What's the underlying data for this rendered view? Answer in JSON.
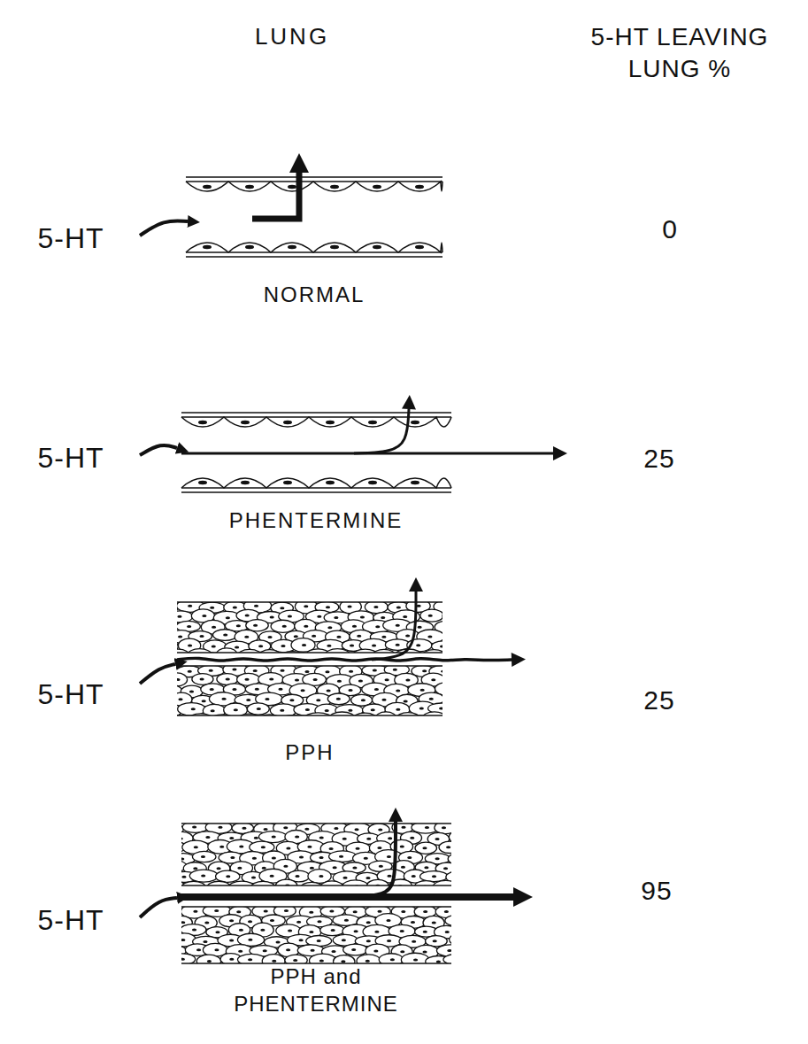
{
  "diagram": {
    "labels": [
      "LUNG",
      "5-HT LEAVING LUNG %",
      "5-HT",
      "NORMAL",
      "0",
      "5-HT",
      "PHENTERMINE",
      "25",
      "5-HT",
      "PPH",
      "25",
      "5-HT",
      "PPH and PHENTERMINE",
      "95"
    ]
  }
}
